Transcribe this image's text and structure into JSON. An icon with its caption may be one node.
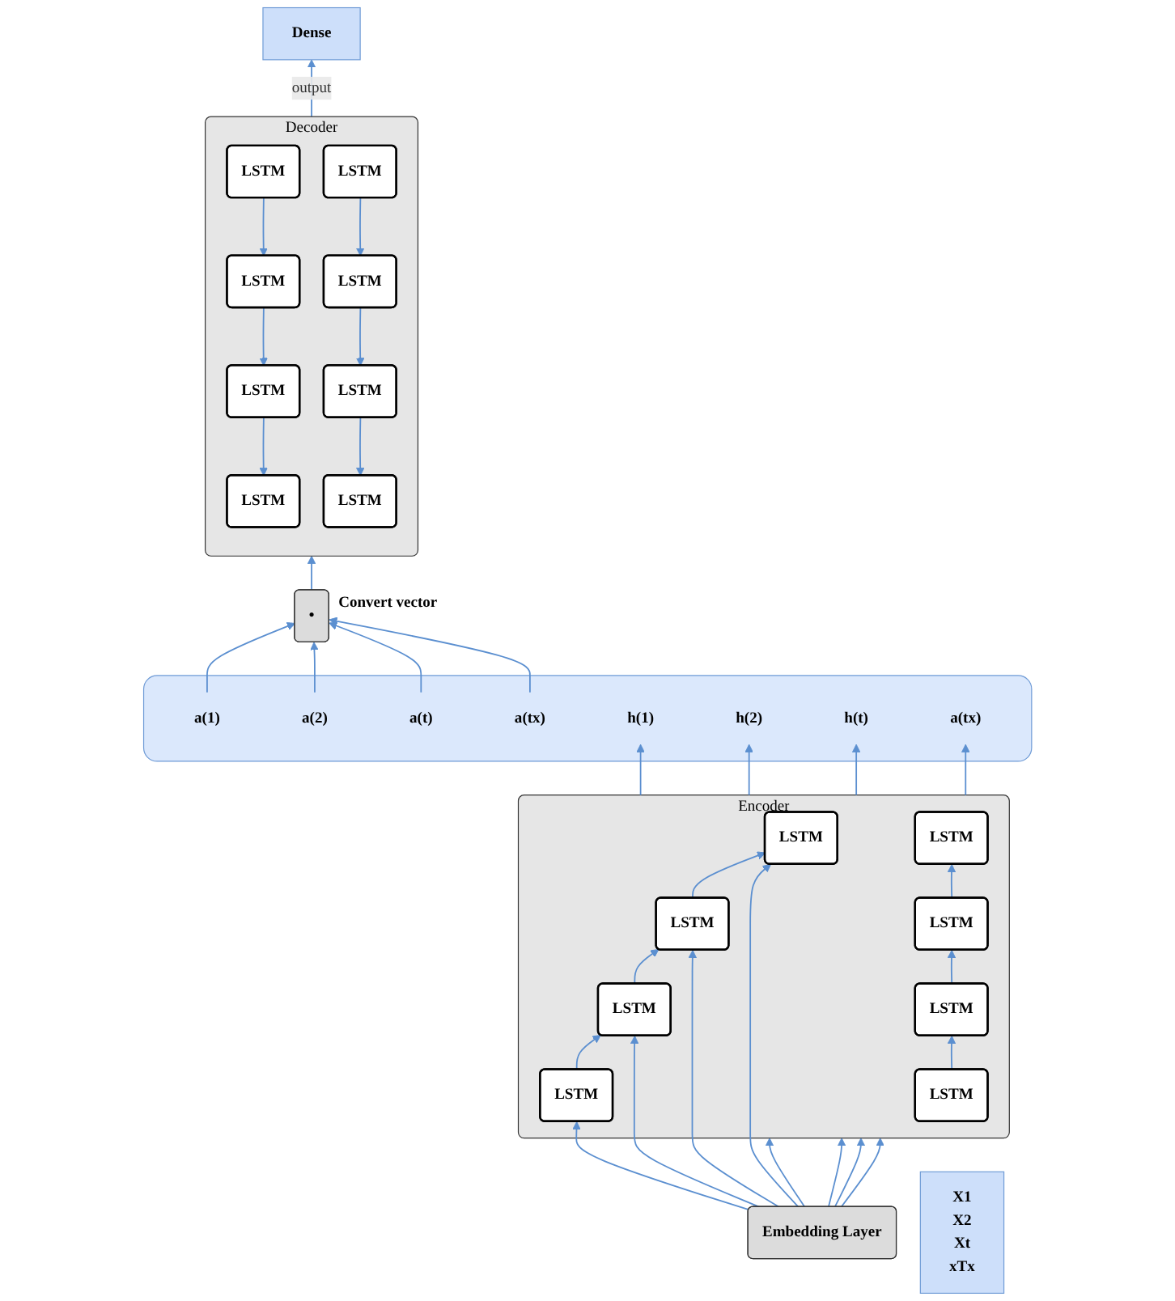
{
  "diagram": {
    "nodes": [
      {
        "text": [
          "Dense"
        ]
      },
      {
        "text": [
          "Decoder"
        ]
      },
      {
        "text": [
          "LSTM"
        ],
        "in": 1
      },
      {
        "text": [
          "LSTM"
        ],
        "in": 1
      },
      {
        "text": [
          "LSTM"
        ],
        "in": 1
      },
      {
        "text": [
          "LSTM"
        ],
        "in": 1
      },
      {
        "text": [
          "LSTM"
        ],
        "in": 1
      },
      {
        "text": [
          "LSTM"
        ],
        "in": 1
      },
      {
        "text": [
          "LSTM"
        ],
        "in": 1
      },
      {
        "text": [
          "LSTM"
        ],
        "in": 1
      },
      {
        "text": [
          "•"
        ],
        "beside": [
          "Convert vector"
        ]
      },
      {
        "text": [],
        "shape": "box"
      },
      {
        "text": [
          "a(1)"
        ],
        "in": 11
      },
      {
        "text": [
          "a(2)"
        ],
        "in": 11
      },
      {
        "text": [
          "a(t)"
        ],
        "in": 11
      },
      {
        "text": [
          "a(tx)"
        ],
        "in": 11
      },
      {
        "text": [
          "h(1)"
        ],
        "in": 11
      },
      {
        "text": [
          "h(2)"
        ],
        "in": 11
      },
      {
        "text": [
          "h(t)"
        ],
        "in": 11
      },
      {
        "text": [
          "a(tx)"
        ],
        "in": 11
      },
      {
        "text": [
          "Encoder"
        ]
      },
      {
        "text": [
          "LSTM"
        ],
        "in": 20
      },
      {
        "text": [
          "LSTM"
        ],
        "in": 20
      },
      {
        "text": [
          "LSTM"
        ],
        "in": 20
      },
      {
        "text": [
          "LSTM"
        ],
        "in": 20
      },
      {
        "text": [
          "LSTM"
        ],
        "in": 20
      },
      {
        "text": [
          "LSTM"
        ],
        "in": 20
      },
      {
        "text": [
          "LSTM"
        ],
        "in": 20
      },
      {
        "text": [
          "LSTM"
        ],
        "in": 20
      },
      {
        "text": [
          "Embedding Layer"
        ]
      },
      {
        "text": [
          "X1",
          "X2",
          "Xt",
          "xTx"
        ]
      }
    ],
    "edges": [
      {
        "from": 1,
        "to": 0,
        "arrow": "to",
        "label": "output"
      },
      {
        "from": 5,
        "to": 4,
        "arrow": "to"
      },
      {
        "from": 4,
        "to": 3,
        "arrow": "to"
      },
      {
        "from": 3,
        "to": 2,
        "arrow": "to"
      },
      {
        "from": 6,
        "to": 7,
        "arrow": "to"
      },
      {
        "from": 7,
        "to": 8,
        "arrow": "to"
      },
      {
        "from": 8,
        "to": 9,
        "arrow": "to"
      },
      {
        "from": 10,
        "to": 1,
        "arrow": "to"
      },
      {
        "from": 12,
        "to": 10,
        "arrow": "to"
      },
      {
        "from": 13,
        "to": 10,
        "arrow": "to"
      },
      {
        "from": 14,
        "to": 10,
        "arrow": "to"
      },
      {
        "from": 15,
        "to": 10,
        "arrow": "to"
      },
      {
        "from": 20,
        "to": 16,
        "arrow": "to"
      },
      {
        "from": 20,
        "to": 17,
        "arrow": "to"
      },
      {
        "from": 20,
        "to": 18,
        "arrow": "to"
      },
      {
        "from": 20,
        "to": 19,
        "arrow": "to"
      },
      {
        "from": 24,
        "to": 23,
        "arrow": "to"
      },
      {
        "from": 23,
        "to": 22,
        "arrow": "to"
      },
      {
        "from": 22,
        "to": 21,
        "arrow": "to"
      },
      {
        "from": 25,
        "to": 26,
        "arrow": "to"
      },
      {
        "from": 26,
        "to": 27,
        "arrow": "to"
      },
      {
        "from": 27,
        "to": 28,
        "arrow": "to"
      },
      {
        "from": 29,
        "to": 20,
        "arrow": "to"
      },
      {
        "from": 29,
        "to": 20,
        "arrow": "to"
      },
      {
        "from": 29,
        "to": 20,
        "arrow": "to"
      },
      {
        "from": 29,
        "to": 20,
        "arrow": "to"
      },
      {
        "from": 29,
        "to": 21,
        "arrow": "to"
      },
      {
        "from": 29,
        "to": 22,
        "arrow": "to"
      },
      {
        "from": 29,
        "to": 23,
        "arrow": "to"
      },
      {
        "from": 29,
        "to": 24,
        "arrow": "to"
      }
    ]
  }
}
